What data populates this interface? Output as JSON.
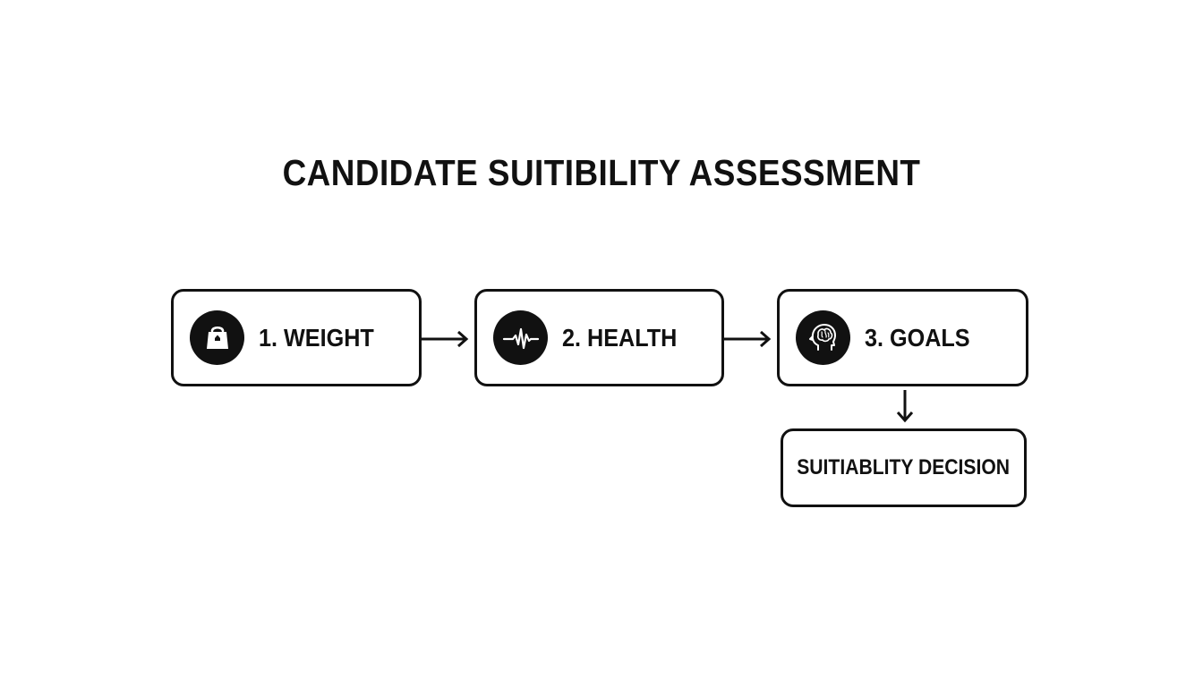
{
  "diagram": {
    "title": "CANDIDATE SUITIBILITY ASSESSMENT",
    "steps": [
      {
        "label": "1. WEIGHT",
        "icon": "weight-icon"
      },
      {
        "label": "2. HEALTH",
        "icon": "heartbeat-icon"
      },
      {
        "label": "3. GOALS",
        "icon": "brain-head-icon"
      }
    ],
    "decision": {
      "label": "SUITIABLITY DECISION"
    },
    "colors": {
      "stroke": "#111111",
      "background": "#ffffff"
    }
  }
}
